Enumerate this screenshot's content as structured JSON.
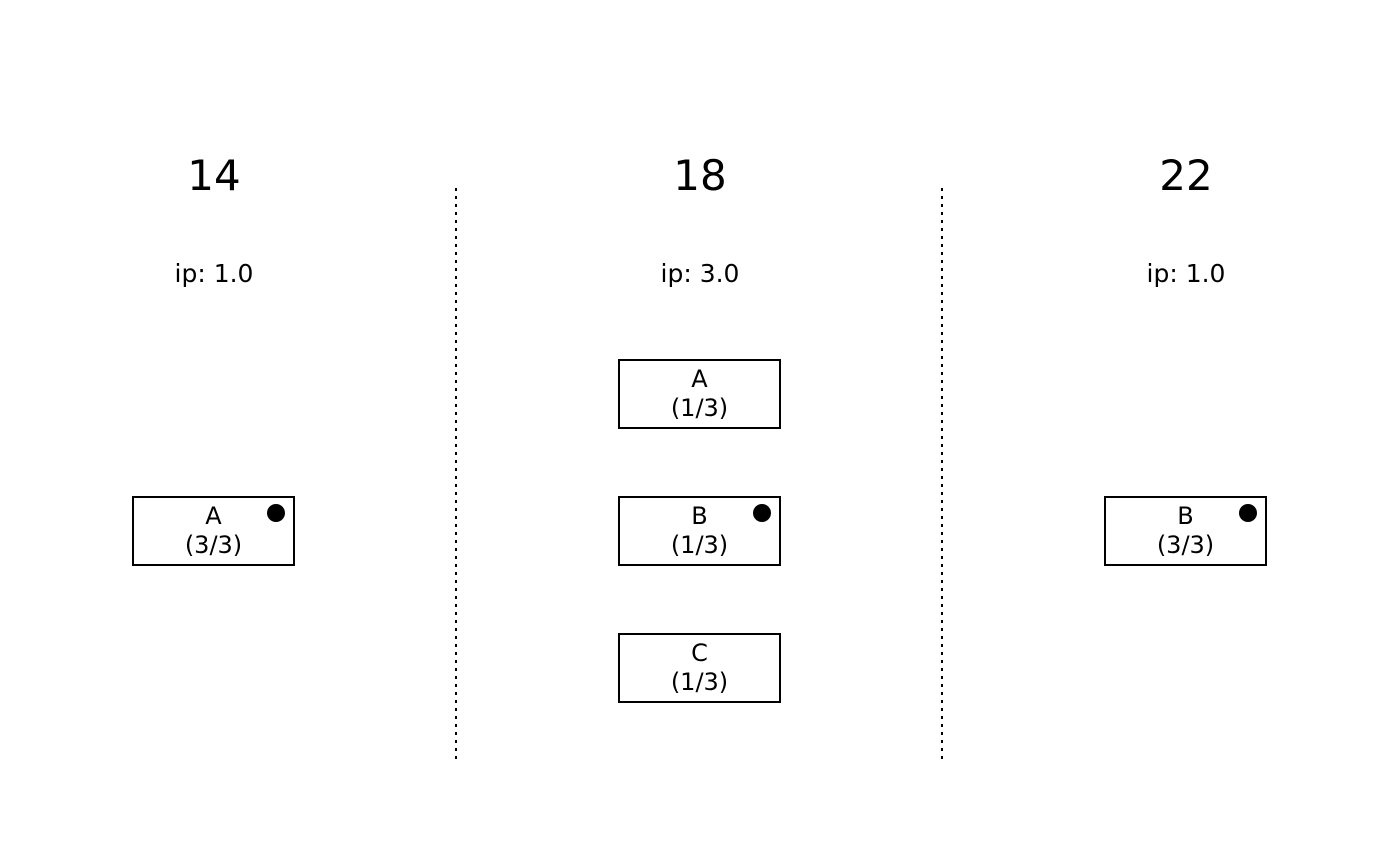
{
  "diagram": {
    "description": "Three timestep columns separated by dotted vertical lines; each column shows an ip value and node boxes; a filled dot marks active nodes",
    "colors": {
      "background": "#ffffff",
      "stroke": "#000000",
      "text": "#000000",
      "dot": "#000000"
    },
    "columns": [
      {
        "title": "14",
        "ip_label": "ip: 1.0",
        "nodes": [
          {
            "name": "A",
            "fraction": "(3/3)",
            "has_dot": true
          }
        ]
      },
      {
        "title": "18",
        "ip_label": "ip: 3.0",
        "nodes": [
          {
            "name": "A",
            "fraction": "(1/3)",
            "has_dot": false
          },
          {
            "name": "B",
            "fraction": "(1/3)",
            "has_dot": true
          },
          {
            "name": "C",
            "fraction": "(1/3)",
            "has_dot": false
          }
        ]
      },
      {
        "title": "22",
        "ip_label": "ip: 1.0",
        "nodes": [
          {
            "name": "B",
            "fraction": "(3/3)",
            "has_dot": true
          }
        ]
      }
    ]
  }
}
